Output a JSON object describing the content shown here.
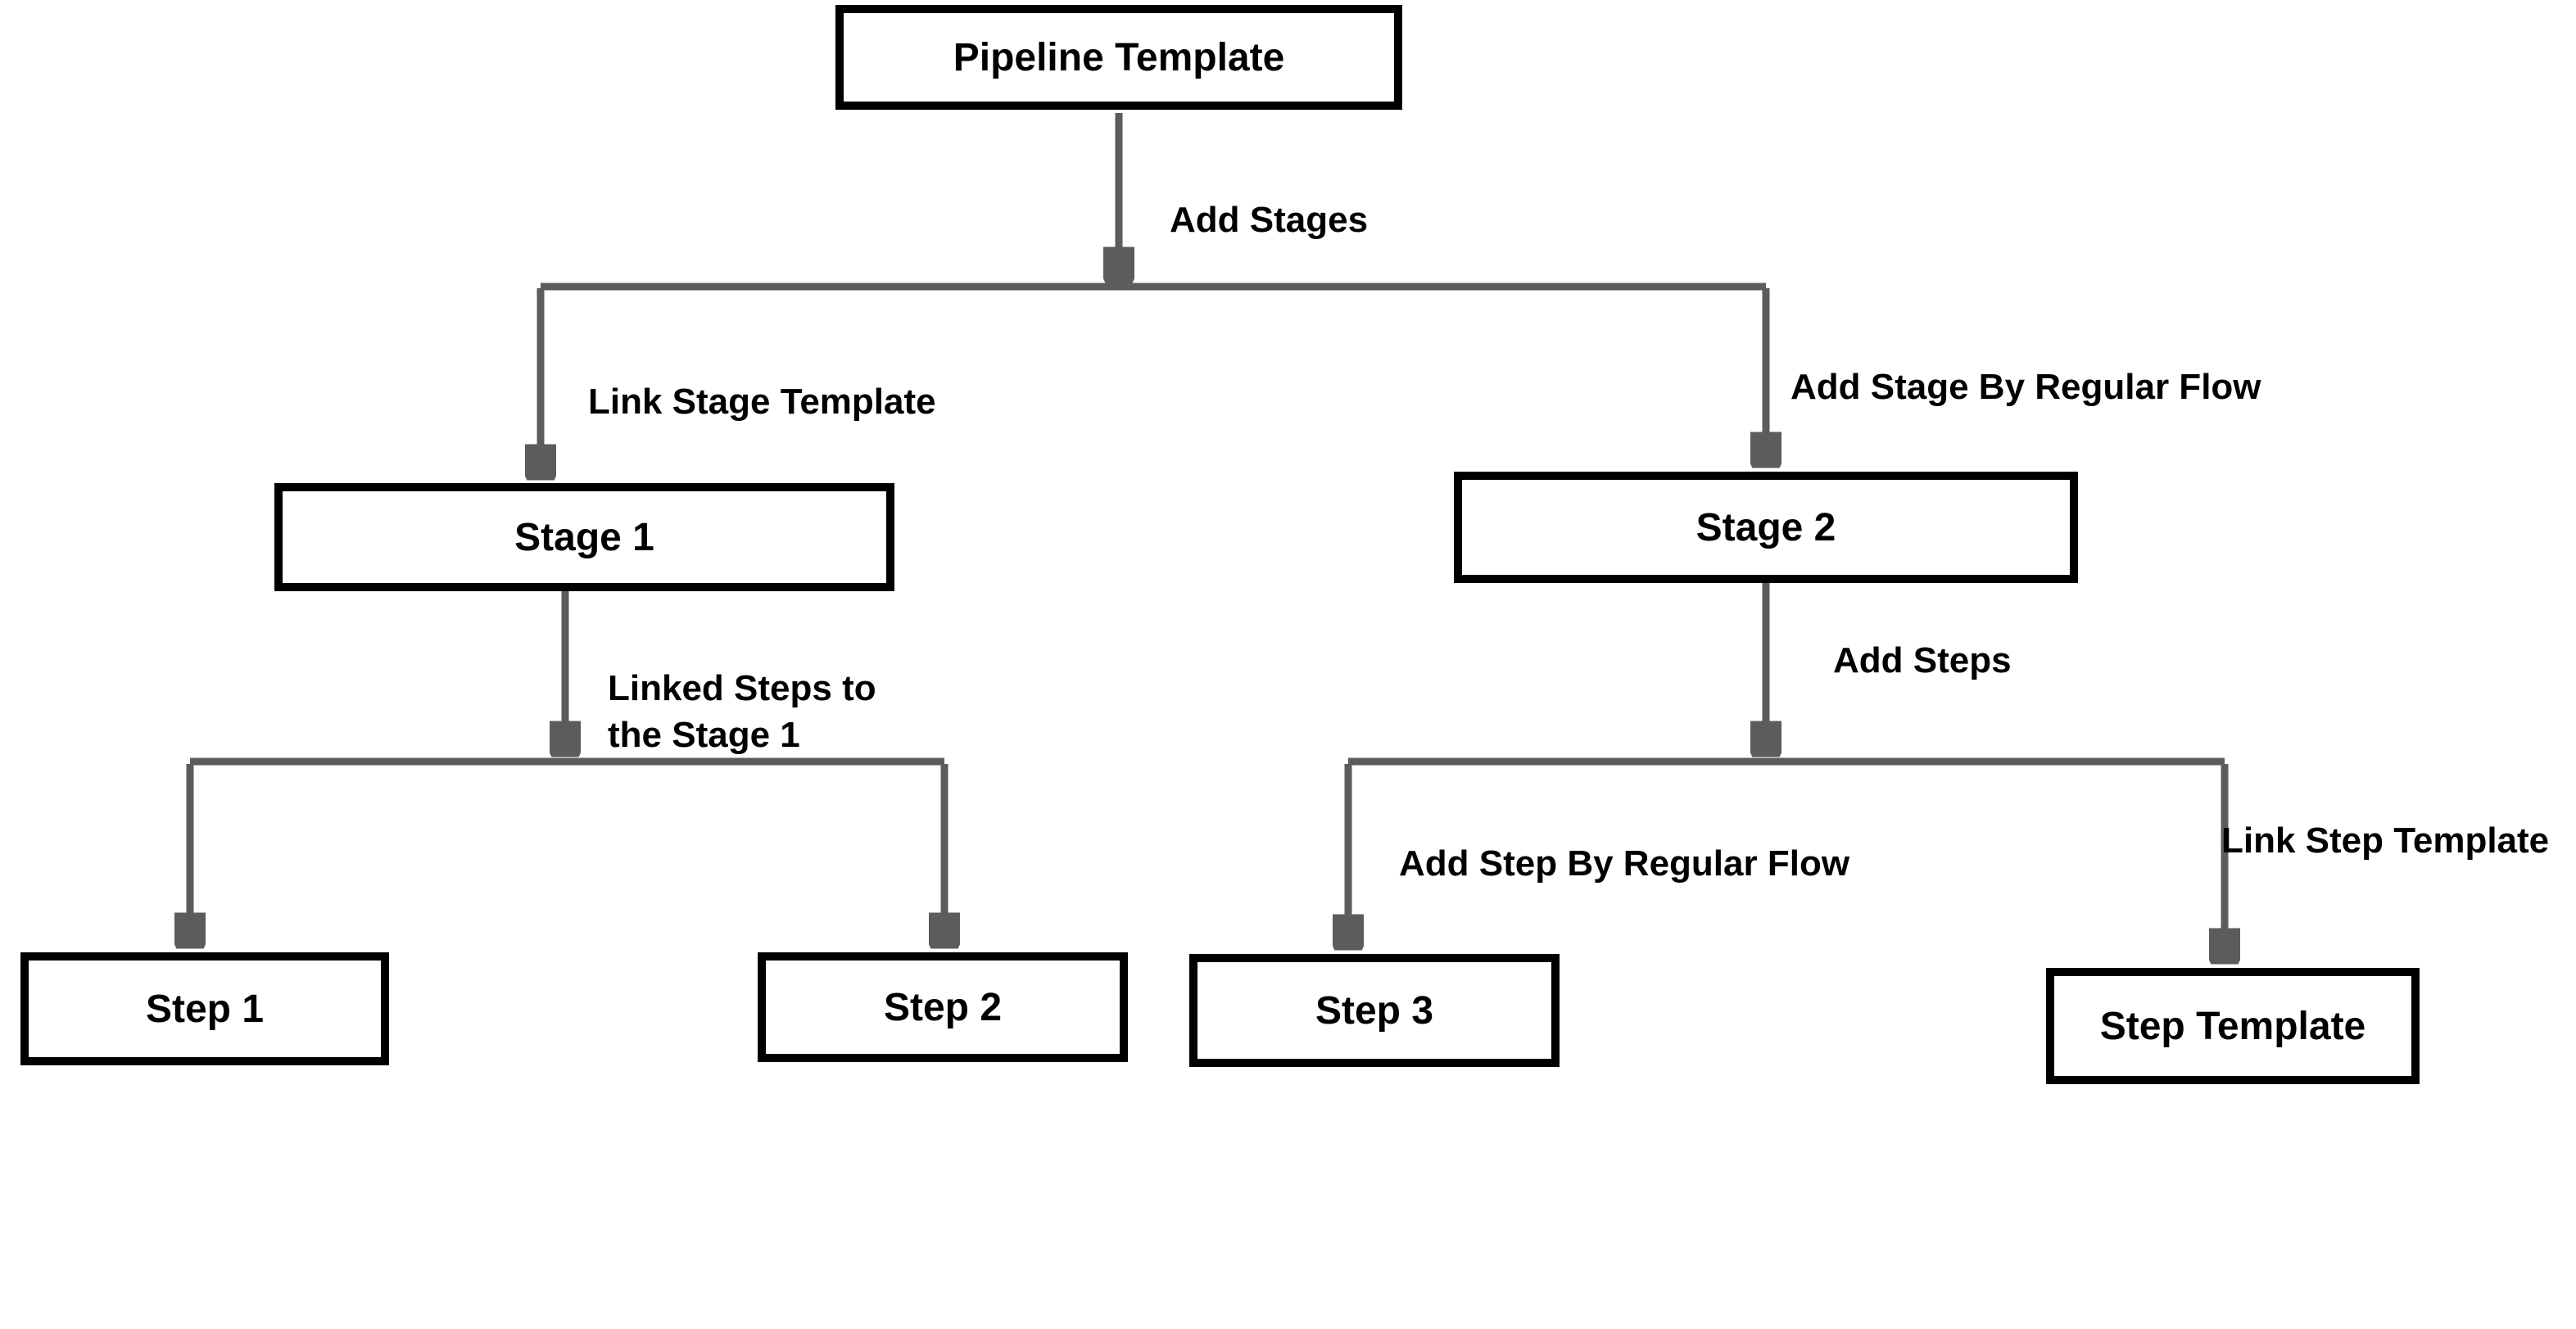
{
  "diagram": {
    "type": "flowchart",
    "background_color": "#ffffff",
    "colors": {
      "box_border": "#000000",
      "box_fill": "#ffffff",
      "text": "#000000",
      "connector": "#5c5c5c"
    },
    "nodes": [
      {
        "id": "pipeline-template",
        "label": "Pipeline Template"
      },
      {
        "id": "stage-1",
        "label": "Stage 1"
      },
      {
        "id": "stage-2",
        "label": "Stage 2"
      },
      {
        "id": "step-1",
        "label": "Step 1"
      },
      {
        "id": "step-2",
        "label": "Step 2"
      },
      {
        "id": "step-3",
        "label": "Step 3"
      },
      {
        "id": "step-template",
        "label": "Step Template"
      }
    ],
    "edges": [
      {
        "from": "pipeline-template",
        "to": "stage-1, stage-2",
        "label": "Add Stages"
      },
      {
        "from": "pipeline-template",
        "to": "stage-1",
        "label": "Link Stage Template"
      },
      {
        "from": "pipeline-template",
        "to": "stage-2",
        "label": "Add Stage By Regular Flow"
      },
      {
        "from": "stage-1",
        "to": "step-1, step-2",
        "label": "Linked Steps to the Stage 1"
      },
      {
        "from": "stage-2",
        "to": "step-3, step-template",
        "label": "Add Steps"
      },
      {
        "from": "stage-2",
        "to": "step-3",
        "label": "Add Step By Regular Flow"
      },
      {
        "from": "stage-2",
        "to": "step-template",
        "label": "Link Step Template"
      }
    ]
  }
}
